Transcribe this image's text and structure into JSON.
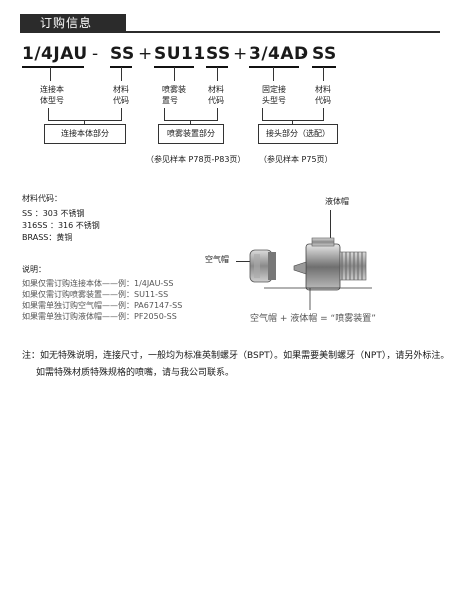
{
  "header": {
    "title": "订购信息"
  },
  "order_code": {
    "part1": "1/4JAU",
    "dash1": "-",
    "part2": "SS",
    "plus1": "+",
    "part3": "SU11",
    "dash2": "-",
    "part4": "SS",
    "plus2": "+",
    "part5": "3/4AD",
    "dash3": "-",
    "part6": "SS"
  },
  "labels": {
    "l1a": "连接本",
    "l1b": "体型号",
    "l2a": "材料",
    "l2b": "代码",
    "l3a": "喷雾装",
    "l3b": "置号",
    "l4a": "材料",
    "l4b": "代码",
    "l5a": "固定接",
    "l5b": "头型号",
    "l6a": "材料",
    "l6b": "代码"
  },
  "boxes": {
    "body": "连接本体部分",
    "spray": "喷雾装置部分",
    "joint": "接头部分（选配）"
  },
  "refs": {
    "spray": "（参见样本 P78页-P83页）",
    "joint": "（参见样本 P75页）"
  },
  "materials": {
    "title": "材料代码：",
    "rows": [
      "SS   ：303 不锈钢",
      "316SS ：316 不锈钢",
      "BRASS：黄铜"
    ]
  },
  "explain": {
    "title": "说明：",
    "rows": [
      "如果仅需订购连接本体——例：1/4JAU-SS",
      "如果仅需订购喷雾装置——例：SU11-SS",
      "如果需单独订购空气帽——例：PA67147-SS",
      "如果需单独订购液体帽——例：PF2050-SS"
    ]
  },
  "figure": {
    "liquid_cap": "液体帽",
    "air_cap": "空气帽",
    "caption": "空气帽 + 液体帽 = “喷雾装置”"
  },
  "note": {
    "line1": "注：如无特殊说明，连接尺寸，一般均为标准英制螺牙（BSPT）。如果需要美制螺牙（NPT），请另外标注。",
    "line2": "如需特殊材质特殊规格的喷嘴，请与我公司联系。"
  }
}
